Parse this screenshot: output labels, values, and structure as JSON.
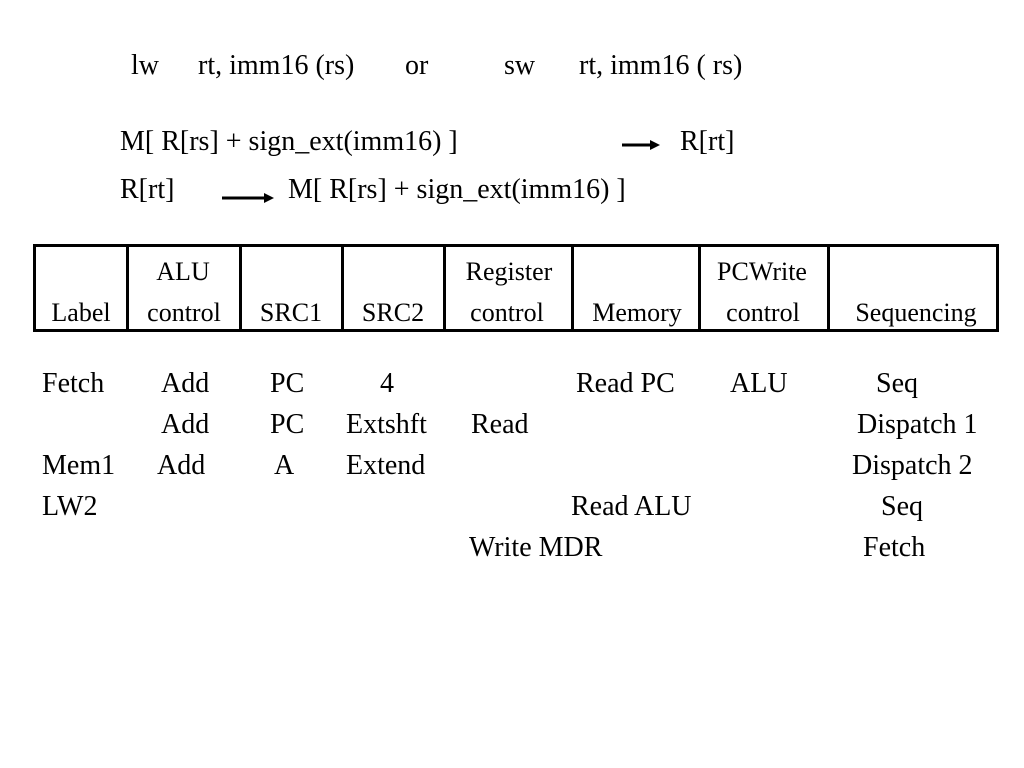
{
  "instruction_line": {
    "lw": "lw",
    "lw_operands": "rt, imm16 (rs)",
    "or": "or",
    "sw": "sw",
    "sw_operands": "rt, imm16 ( rs)"
  },
  "rtl": {
    "load_left": "M[ R[rs] + sign_ext(imm16) ]",
    "load_right": "R[rt]",
    "store_left": "R[rt]",
    "store_right": "M[ R[rs] + sign_ext(imm16) ]"
  },
  "table_header": {
    "label": "Label",
    "alu_control_1": "ALU",
    "alu_control_2": "control",
    "src1": "SRC1",
    "src2": "SRC2",
    "register_control_1": "Register",
    "register_control_2": "control",
    "memory": "Memory",
    "pcwrite_control_1": "PCWrite",
    "pcwrite_control_2": "control",
    "sequencing": "Sequencing"
  },
  "rows": [
    {
      "label": "Fetch",
      "alu": "Add",
      "src1": "PC",
      "src2": "4",
      "register": "",
      "memory": "Read PC",
      "pcwrite": "ALU",
      "sequencing": "Seq"
    },
    {
      "label": "",
      "alu": "Add",
      "src1": "PC",
      "src2": "Extshft",
      "register": "Read",
      "memory": "",
      "pcwrite": "",
      "sequencing": "Dispatch 1"
    },
    {
      "label": "Mem1",
      "alu": "Add",
      "src1": "A",
      "src2": "Extend",
      "register": "",
      "memory": "",
      "pcwrite": "",
      "sequencing": "Dispatch 2"
    },
    {
      "label": "LW2",
      "alu": "",
      "src1": "",
      "src2": "",
      "register": "",
      "memory": "Read ALU",
      "pcwrite": "",
      "sequencing": "Seq"
    },
    {
      "label": "",
      "alu": "",
      "src1": "",
      "src2": "",
      "register": "Write MDR",
      "memory": "",
      "pcwrite": "",
      "sequencing": "Fetch"
    }
  ]
}
